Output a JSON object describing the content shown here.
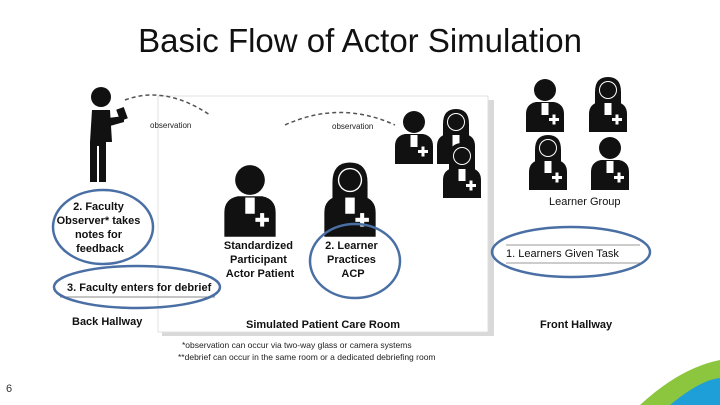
{
  "title": "Basic Flow of Actor Simulation",
  "labels": {
    "observation_left": "observation",
    "observation_right": "observation",
    "faculty_notes": [
      "2. Faculty",
      "Observer* takes",
      "notes for",
      "feedback"
    ],
    "faculty_debrief": "3. Faculty enters for debrief",
    "sp_actor": [
      "Standardized",
      "Participant",
      "Actor Patient"
    ],
    "learner_practices": [
      "2. Learner",
      "Practices",
      "ACP"
    ],
    "learners_task": "1. Learners Given Task",
    "learner_group": "Learner Group",
    "back_hallway": "Back Hallway",
    "room": "Simulated Patient Care Room",
    "front_hallway": "Front Hallway"
  },
  "footnotes": [
    "*observation can occur via two-way glass or camera systems",
    "**debrief can occur in the same room or a dedicated debriefing room"
  ],
  "page_number": "6",
  "colors": {
    "highlight_ring": "#4a6fa5",
    "figure": "#111111",
    "room_shadow": "#cfcfcf",
    "slide_accent_green": "#8cc63f",
    "slide_accent_blue": "#1e9fd8"
  }
}
